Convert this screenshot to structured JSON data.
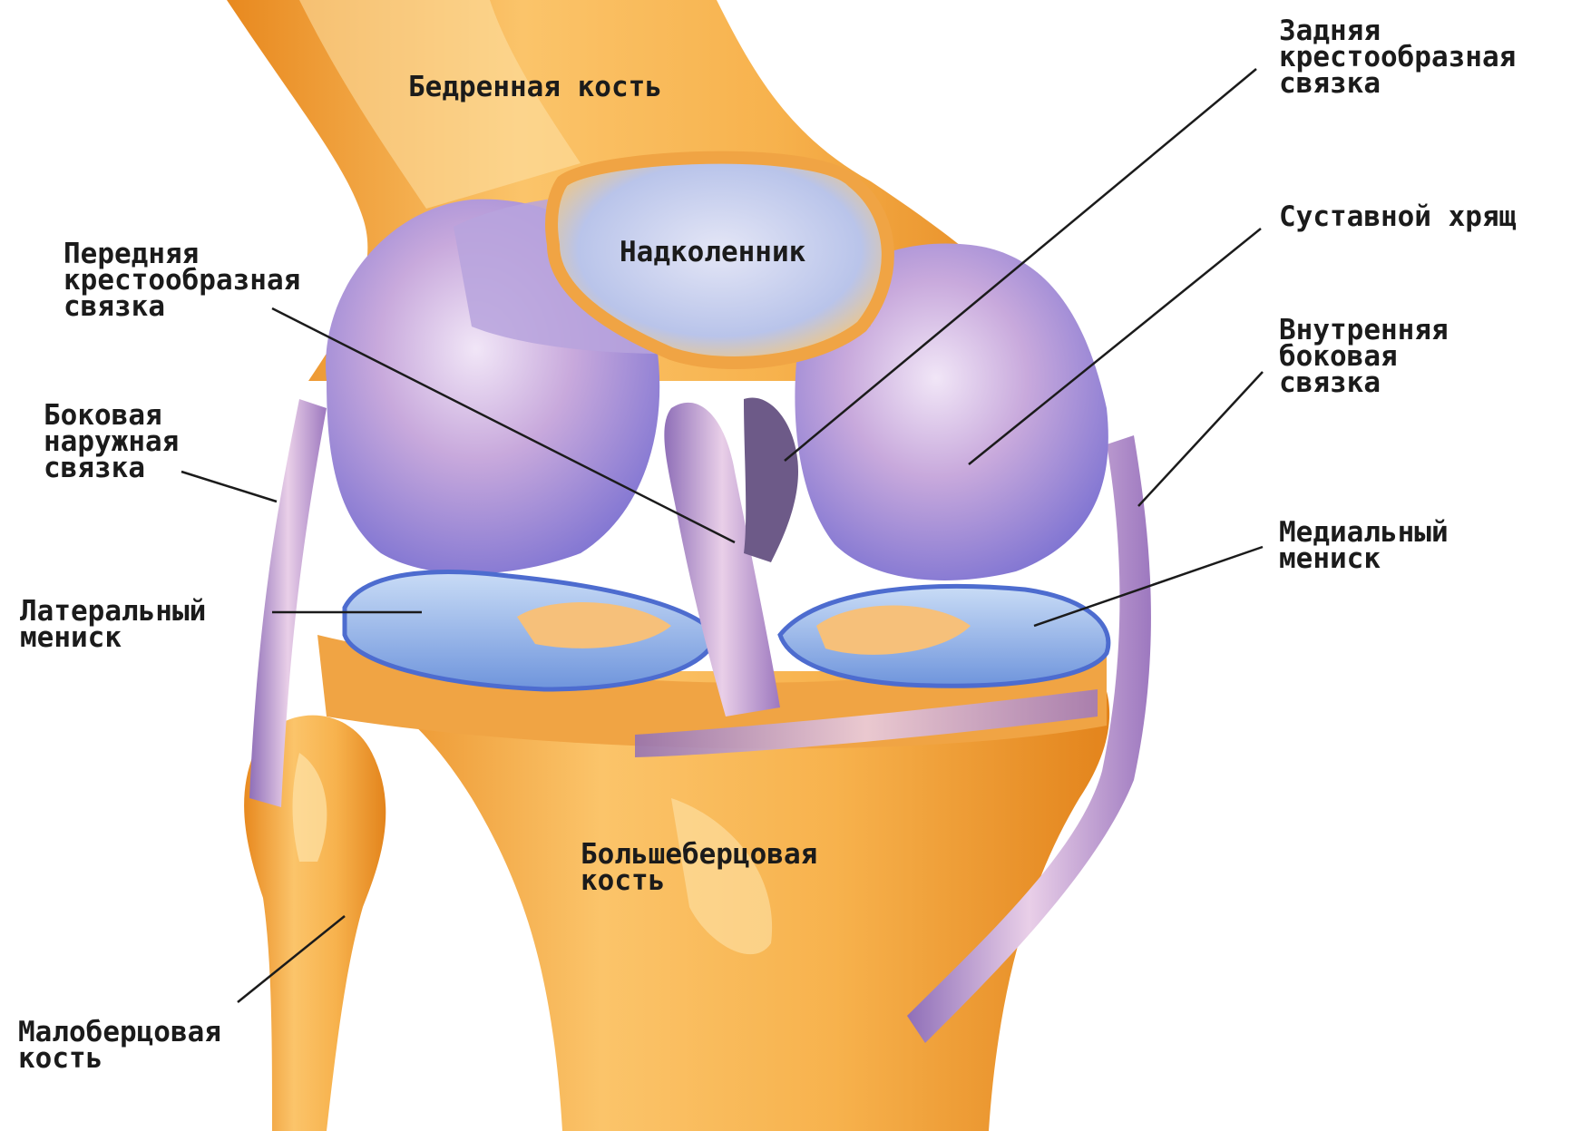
{
  "diagram": {
    "labels": {
      "femur": "Бедренная кость",
      "posterior_cruciate": "Задняя\nкрестообразная\nсвязка",
      "patella": "Надколенник",
      "articular_cartilage": "Суставной хрящ",
      "anterior_cruciate": "Передняя\nкрестообразная\nсвязка",
      "medial_collateral": "Внутренняя\nбоковая\nсвязка",
      "lateral_collateral": "Боковая\nнаружная\nсвязка",
      "medial_meniscus": "Медиальный\nмениск",
      "lateral_meniscus": "Латеральный\nмениск",
      "tibia": "Большеберцовая\nкость",
      "fibula": "Малоберцовая\nкость"
    },
    "colors": {
      "bone": "#f3a53a",
      "bone_highlight": "#fde2a8",
      "cartilage": "#9c93dc",
      "cartilage_highlight": "#e7defa",
      "meniscus": "#8fb2e6",
      "ligament": "#b58cc8",
      "leader_line": "#1b1b1b"
    }
  }
}
